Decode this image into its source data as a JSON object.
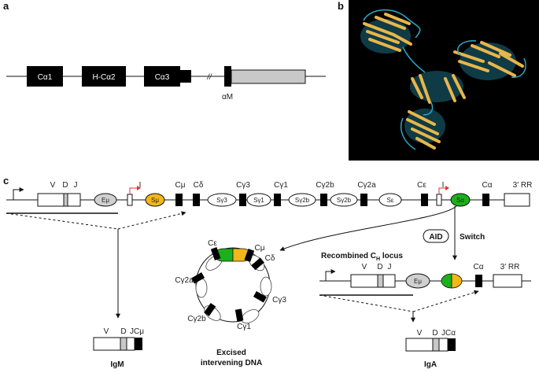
{
  "panels": {
    "a": "a",
    "b": "b",
    "c": "c"
  },
  "panel_a": {
    "exons": [
      "Cα1",
      "H-Cα2",
      "Cα3"
    ],
    "break": "//",
    "membrane_exon": "αM"
  },
  "panel_b": {
    "colors": {
      "background": "#000000",
      "strand": "#e8b64a",
      "loop": "#2aa9c9"
    }
  },
  "locus": {
    "v": "V",
    "d": "D",
    "j": "J",
    "emu": "Eμ",
    "i1": "I",
    "smu": "Sμ",
    "cmu": "Cμ",
    "cdelta": "Cδ",
    "cg3": "Cγ3",
    "sg3": "Sγ3",
    "cg1": "Cγ1",
    "sg1": "Sγ1",
    "cg2b": "Cγ2b",
    "sg2b": "Sγ2b",
    "cg2a": "Cγ2a",
    "sg2a": "Sγ2b",
    "ce": "Cε",
    "se": "Sε",
    "i2": "I",
    "salpha": "Sα",
    "calpha": "Cα",
    "rr3": "3′ RR"
  },
  "igm": {
    "v": "V",
    "d": "D",
    "jc": "JCμ",
    "label": "IgM"
  },
  "circle": {
    "ce": "Cε",
    "cmu": "Cμ",
    "cdelta": "Cδ",
    "cg3": "Cγ3",
    "cg1": "Cγ1",
    "cg2b": "Cγ2b",
    "cg2a": "Cγ2a",
    "caption_1": "Excised",
    "caption_2": "intervening DNA"
  },
  "switch": {
    "aid": "AID",
    "label": "Switch"
  },
  "recombined": {
    "title_pre": "Recombined C",
    "title_sub": "H",
    "title_post": " locus",
    "v": "V",
    "d": "D",
    "j": "J",
    "emu": "Eμ",
    "calpha": "Cα",
    "rr3": "3′ RR"
  },
  "iga": {
    "v": "V",
    "d": "D",
    "jc": "JCα",
    "label": "IgA"
  },
  "colors": {
    "exon": "#000000",
    "box_gray": "#c8c8c8",
    "enhancer": "#d0d0d0",
    "smu": "#f2b718",
    "salpha": "#1bb11b",
    "promoter_red": "#e0332a"
  }
}
